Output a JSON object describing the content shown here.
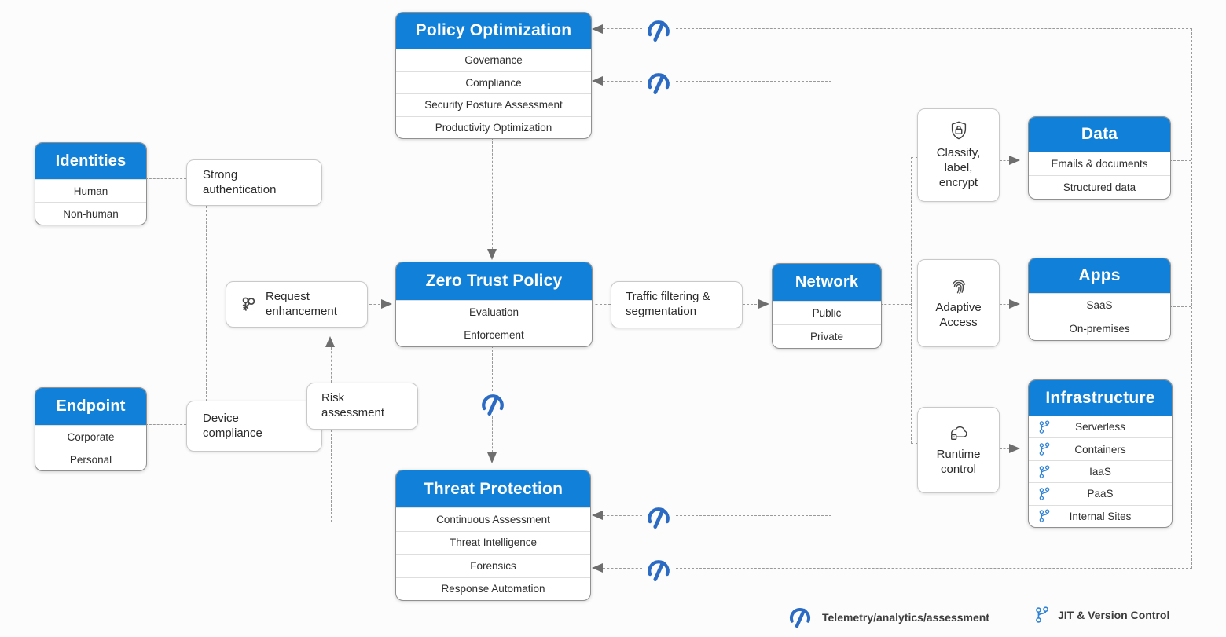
{
  "colors": {
    "header_blue": "#1180d8",
    "telemetry_blue": "#2b6bc3",
    "jit_blue": "#2f83d6",
    "line_gray": "#9a9a9a",
    "arrow_gray": "#6e6e6e"
  },
  "icons": {
    "telemetry": "gauge-icon",
    "jit": "branch-icon",
    "request_enhancement": "keys-icon",
    "classify": "shield-lock-icon",
    "adaptive": "fingerprint-icon",
    "runtime": "cloud-deploy-icon"
  },
  "boxes": {
    "policy_optimization": {
      "title": "Policy Optimization",
      "rows": [
        "Governance",
        "Compliance",
        "Security Posture Assessment",
        "Productivity Optimization"
      ]
    },
    "identities": {
      "title": "Identities",
      "rows": [
        "Human",
        "Non-human"
      ]
    },
    "strong_auth": {
      "label": "Strong authentication"
    },
    "request_enhancement": {
      "label": "Request enhancement"
    },
    "zero_trust_policy": {
      "title": "Zero Trust Policy",
      "rows": [
        "Evaluation",
        "Enforcement"
      ]
    },
    "traffic_filtering": {
      "label": "Traffic filtering & segmentation"
    },
    "network": {
      "title": "Network",
      "rows": [
        "Public",
        "Private"
      ]
    },
    "endpoint": {
      "title": "Endpoint",
      "rows": [
        "Corporate",
        "Personal"
      ]
    },
    "device_compliance": {
      "label": "Device compliance"
    },
    "risk_assessment": {
      "label": "Risk assessment"
    },
    "threat_protection": {
      "title": "Threat Protection",
      "rows": [
        "Continuous Assessment",
        "Threat Intelligence",
        "Forensics",
        "Response Automation"
      ]
    },
    "classify": {
      "label": "Classify, label, encrypt"
    },
    "data": {
      "title": "Data",
      "rows": [
        "Emails & documents",
        "Structured data"
      ]
    },
    "adaptive_access": {
      "label": "Adaptive Access"
    },
    "apps": {
      "title": "Apps",
      "rows": [
        "SaaS",
        "On-premises"
      ]
    },
    "runtime_control": {
      "label": "Runtime control"
    },
    "infrastructure": {
      "title": "Infrastructure",
      "rows": [
        "Serverless",
        "Containers",
        "IaaS",
        "PaaS",
        "Internal Sites"
      ]
    }
  },
  "legend": {
    "telemetry": "Telemetry/analytics/assessment",
    "jit": "JIT & Version Control"
  }
}
